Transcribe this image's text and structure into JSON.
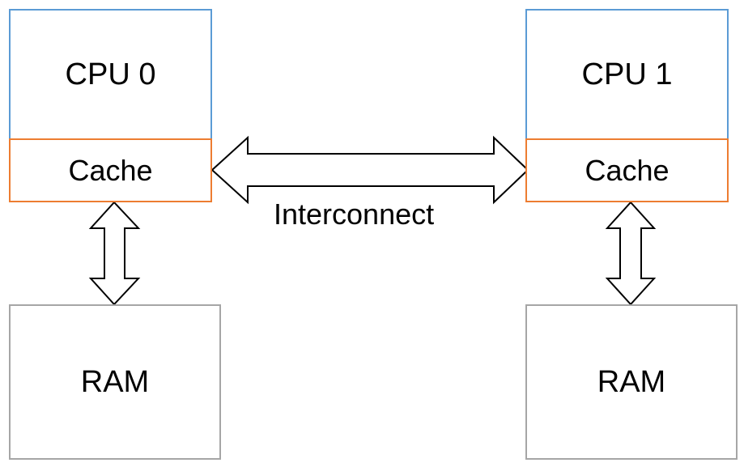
{
  "nodes": {
    "cpu0": {
      "label": "CPU 0"
    },
    "cache0": {
      "label": "Cache"
    },
    "ram0": {
      "label": "RAM"
    },
    "cpu1": {
      "label": "CPU 1"
    },
    "cache1": {
      "label": "Cache"
    },
    "ram1": {
      "label": "RAM"
    }
  },
  "edges": {
    "interconnect": {
      "label": "Interconnect"
    }
  },
  "colors": {
    "cpu_border": "#5B9BD5",
    "cache_border": "#ED7D31",
    "ram_border": "#A6A6A6",
    "arrow_stroke": "#000000",
    "arrow_fill": "#FFFFFF"
  }
}
